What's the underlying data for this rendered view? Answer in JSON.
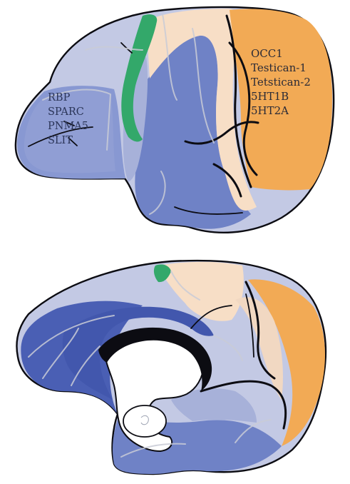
{
  "colors": {
    "occipital": "#f2aa55",
    "parietal_light": "#f7dec6",
    "motor_green": "#33a86a",
    "frontal_light": "#c3c9e4",
    "frontal_mid": "#a7b1d9",
    "temporal_mid": "#7d8fcc",
    "temporal_dark": "#5f76c2",
    "medial_dark": "#4257ad",
    "outline": "#0c0c12"
  },
  "lateral_view": {
    "occipital_genes": [
      "OCC1",
      "Testican-1",
      "Tetstican-2",
      "5HT1B",
      "5HT2A"
    ],
    "frontal_genes": [
      "RBP",
      "SPARC",
      "PNMA5",
      "SLIT"
    ]
  },
  "medial_view": {}
}
